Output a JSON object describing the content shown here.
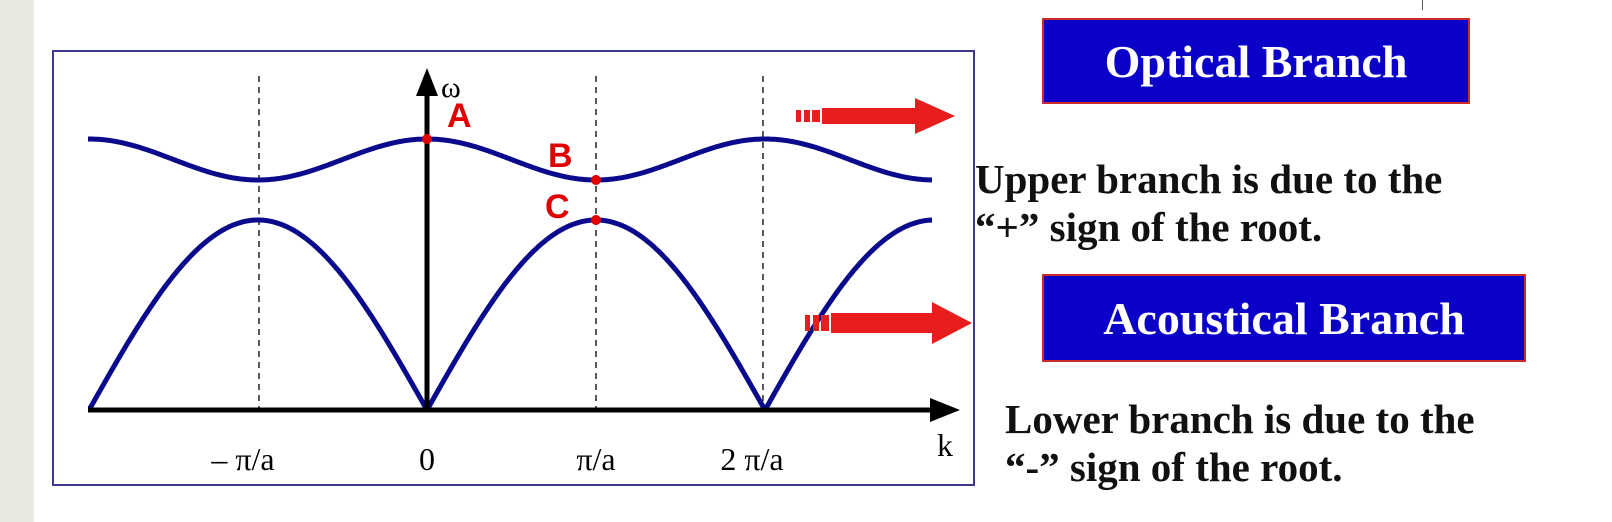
{
  "diagram": {
    "axis_y_label": "ω",
    "axis_x_label": "k",
    "x_ticks": [
      "– π/a",
      "0",
      "π/a",
      "2 π/a"
    ],
    "points": [
      "A",
      "B",
      "C"
    ],
    "colors": {
      "curve": "#0a0a8c",
      "point": "#e00000",
      "arrow": "#e81d1d",
      "label": "#e00000"
    }
  },
  "optical": {
    "title": "Optical Branch",
    "note_line1": "Upper branch is due to the",
    "note_line2": "“+” sign of the root."
  },
  "acoustical": {
    "title": "Acoustical Branch",
    "note_line1": "Lower branch is due to the",
    "note_line2": "“-” sign of the root."
  },
  "colors": {
    "title_bg": "#0b00c8",
    "title_border": "#cc2b2b",
    "title_text": "#ffffff"
  }
}
